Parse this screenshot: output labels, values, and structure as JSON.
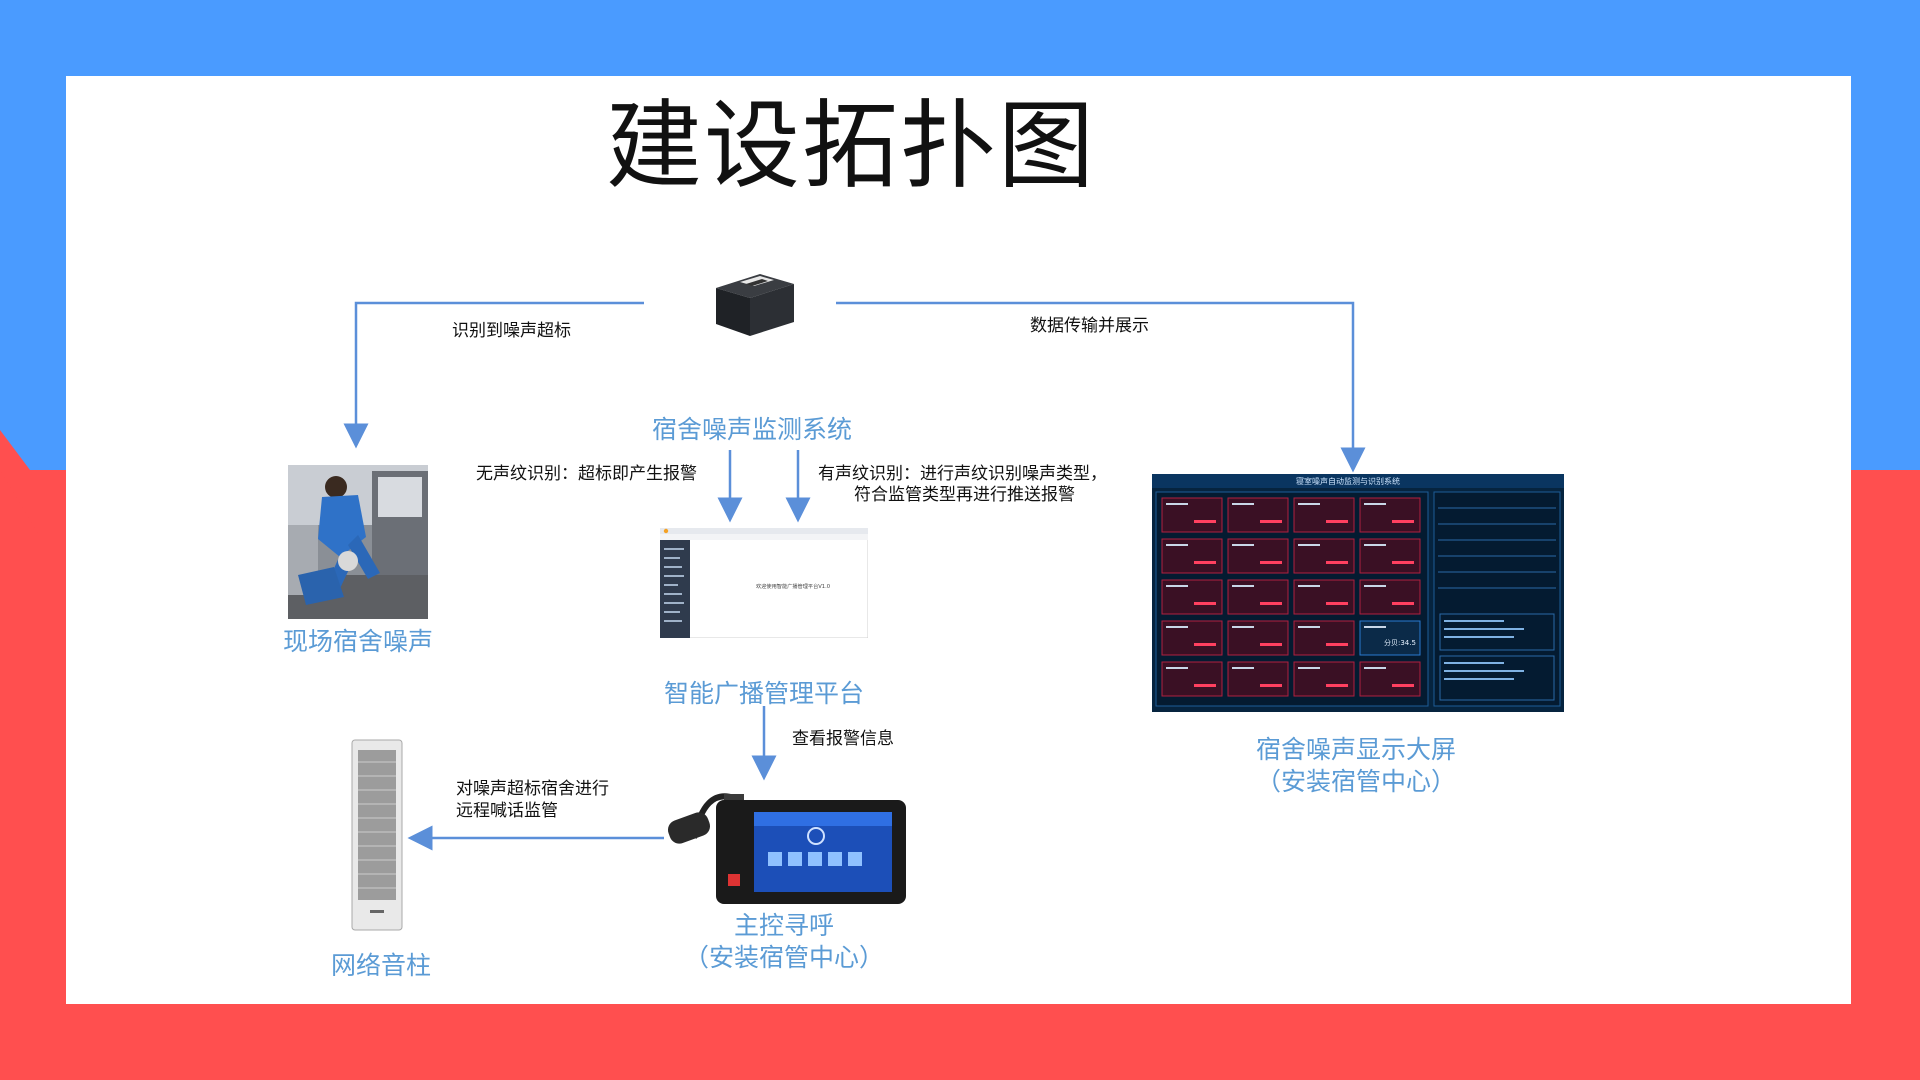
{
  "slide": {
    "title": "建设拓扑图",
    "colors": {
      "top_bar": "#4a9bff",
      "bottom_bar": "#ff4f4f",
      "connector": "#5b8fd9",
      "label_blue": "#5b9bd5"
    }
  },
  "nodes": {
    "monitor": {
      "name": "宿舍噪声监测系统",
      "icon": "black-sensor-box"
    },
    "onsite": {
      "name": "现场宿舍噪声",
      "icon": "photo-of-dorm-noise"
    },
    "platform": {
      "name": "智能广播管理平台",
      "screen_text": "欢迎使用智能广播管理平台V1.0",
      "icon": "browser-screenshot"
    },
    "display": {
      "name_line1": "宿舍噪声显示大屏",
      "name_line2": "（安装宿管中心）",
      "screen_title": "寝室噪声自动监测与识别系统",
      "big_reading": "分贝:34.5",
      "icon": "dashboard-screenshot"
    },
    "paging": {
      "name_line1": "主控寻呼",
      "name_line2": "（安装宿管中心）",
      "icon": "paging-console"
    },
    "speaker": {
      "name": "网络音柱",
      "icon": "column-speaker"
    }
  },
  "edges": {
    "to_onsite": "识别到噪声超标",
    "to_display": "数据传输并展示",
    "no_voiceprint": "无声纹识别：超标即产生报警",
    "voiceprint_line1": "有声纹识别：进行声纹识别噪声类型，",
    "voiceprint_line2": "符合监管类型再进行推送报警",
    "view_alarm": "查看报警信息",
    "remote_line1": "对噪声超标宿舍进行",
    "remote_line2": "远程喊话监管"
  }
}
